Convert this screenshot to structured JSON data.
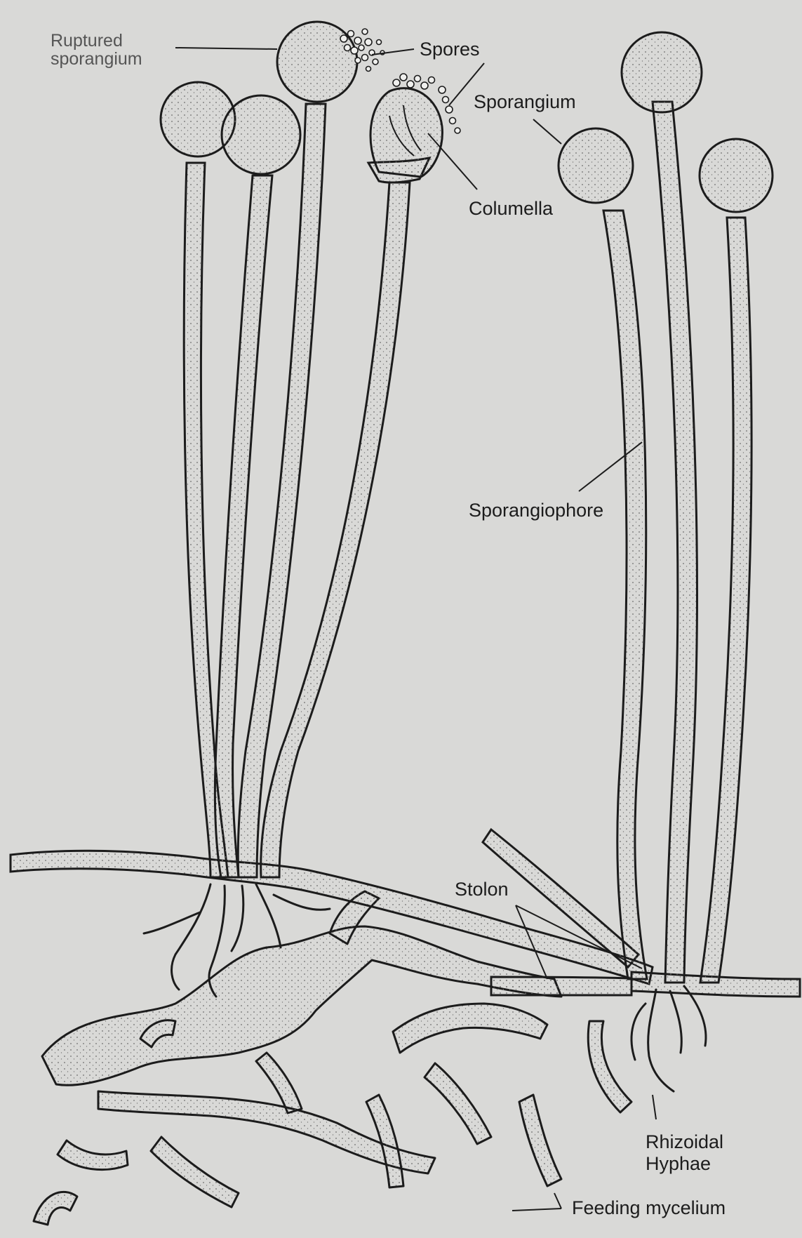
{
  "diagram": {
    "labels": {
      "ruptured_sporangium": "Ruptured sporangium",
      "spores": "Spores",
      "sporangium": "Sporangium",
      "columella": "Columella",
      "sporangiophore": "Sporangiophore",
      "stolon": "Stolon",
      "rhizoidal_hyphae_line1": "Rhizoidal",
      "rhizoidal_hyphae_line2": "Hyphae",
      "feeding_mycelium": "Feeding mycelium"
    }
  },
  "colors": {
    "page": "#d9d9d7",
    "ink": "#1c1c1c",
    "stipple": "#6a6a6a",
    "ghost_text": "#b8b8b6"
  }
}
